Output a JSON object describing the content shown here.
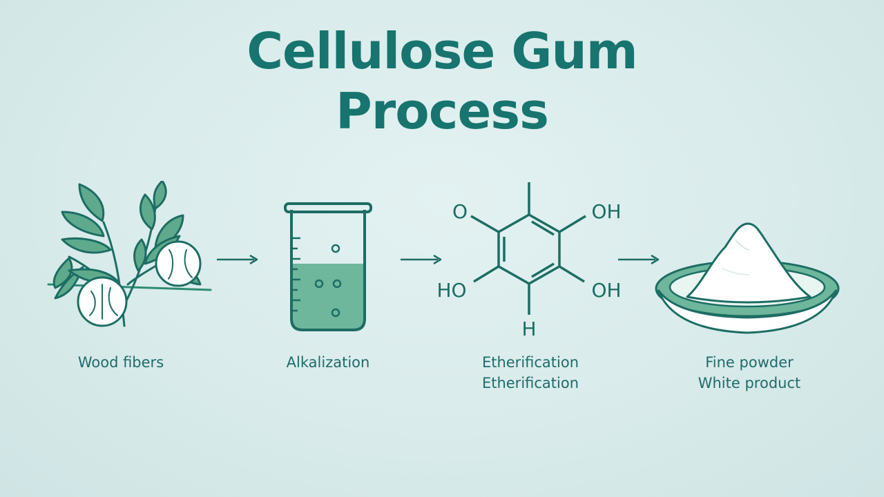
{
  "title": {
    "line1": "Cellulose Gum",
    "line2": "Process"
  },
  "steps": [
    {
      "label_lines": [
        "Wood fibers"
      ],
      "icon": "plant-with-cotton-icon"
    },
    {
      "label_lines": [
        "Alkalization"
      ],
      "icon": "beaker-icon"
    },
    {
      "label_lines": [
        "Etherification",
        "Etherification"
      ],
      "icon": "hexagon-molecule-icon"
    },
    {
      "label_lines": [
        "Fine powder",
        "White product"
      ],
      "icon": "powder-bowl-icon"
    }
  ],
  "molecule_labels": {
    "top_left": "O",
    "top_right": "OH",
    "bottom_left": "HO",
    "bottom_right": "OH",
    "bottom": "H"
  },
  "colors": {
    "primary": "#17746f",
    "leaf_fill": "#5fa98d",
    "liquid": "#6eb69c",
    "background": "#dcecec"
  }
}
